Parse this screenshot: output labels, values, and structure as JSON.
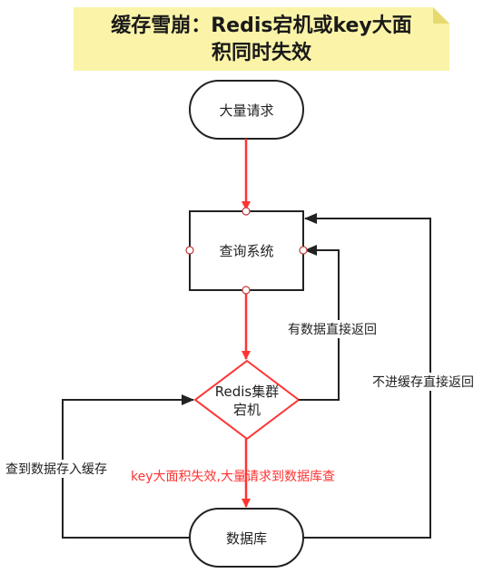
{
  "title": {
    "line1": "缓存雪崩：Redis宕机或key大面",
    "line2": "积同时失效"
  },
  "nodes": {
    "start": "大量请求",
    "query": "查询系统",
    "redis_line1": "Redis集群",
    "redis_line2": "宕机",
    "db": "数据库"
  },
  "edges": {
    "hit_return": "有数据直接返回",
    "no_cache_return": "不进缓存直接返回",
    "write_cache": "查到数据存入缓存",
    "expire": "key大面积失效,大量请求到数据库查"
  },
  "colors": {
    "red": "#ff3333",
    "dark": "#222222",
    "note": "#fbf4a8"
  }
}
